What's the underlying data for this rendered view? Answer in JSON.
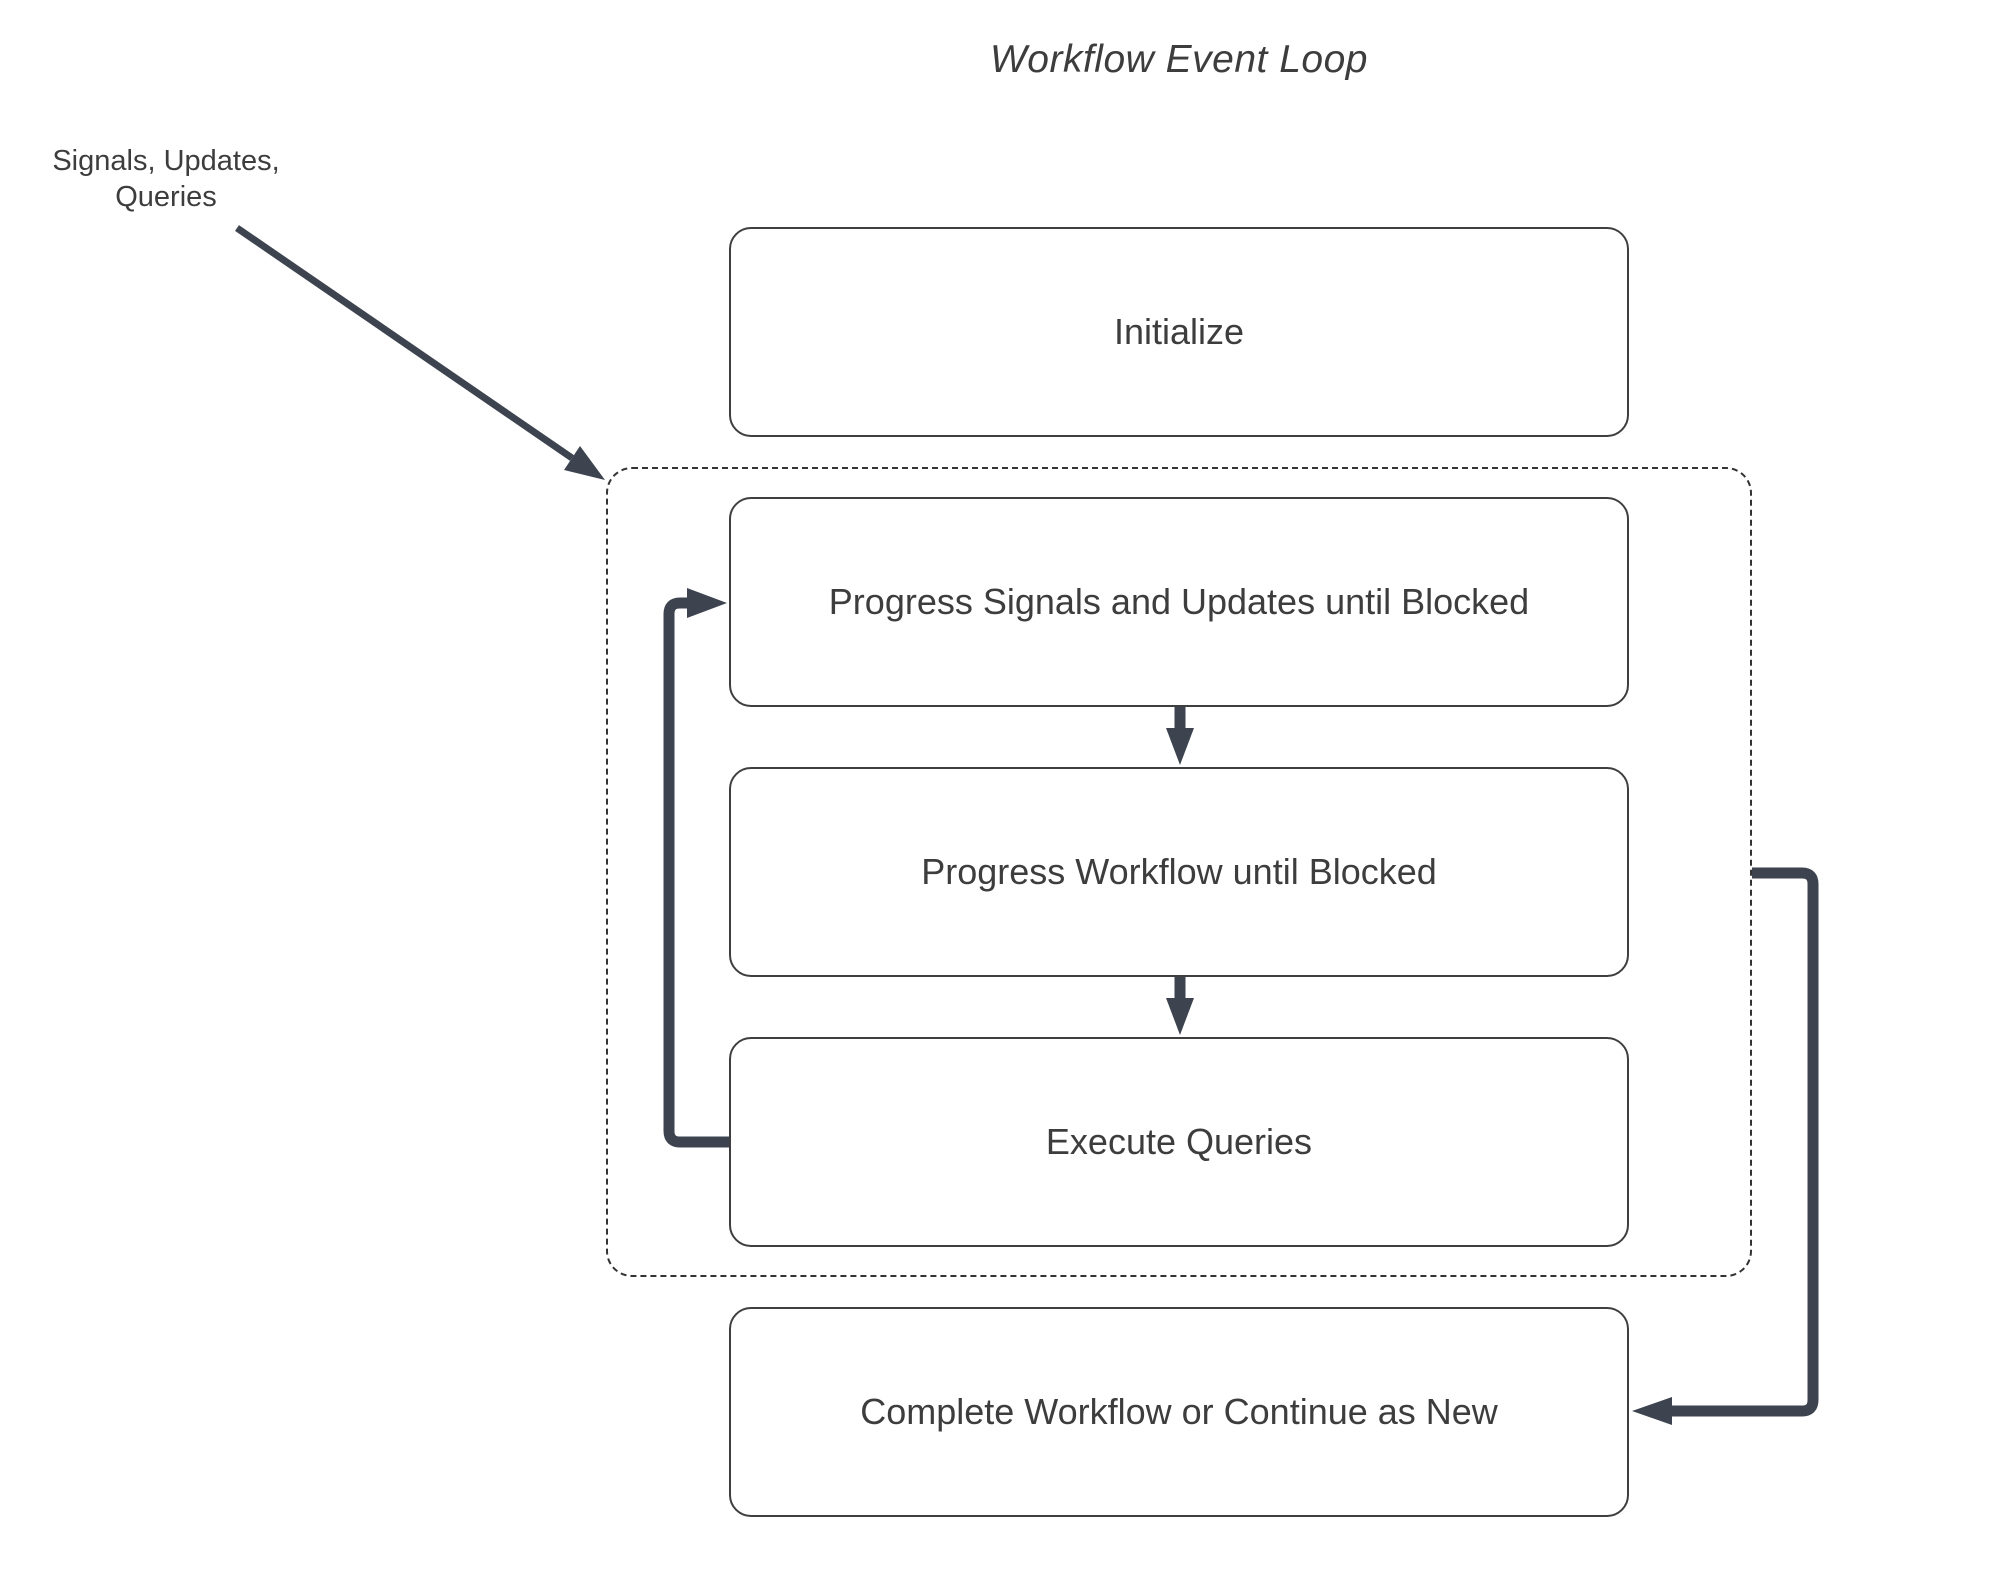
{
  "title": "Workflow Event Loop",
  "annotation": {
    "text": "Signals, Updates,\nQueries"
  },
  "nodes": {
    "initialize": {
      "label": "Initialize"
    },
    "progress_signals": {
      "label": "Progress Signals and Updates until Blocked"
    },
    "progress_workflow": {
      "label": "Progress Workflow until Blocked"
    },
    "execute_queries": {
      "label": "Execute Queries"
    },
    "complete": {
      "label": "Complete Workflow or Continue as New"
    }
  },
  "group": {
    "contains": [
      "progress_signals",
      "progress_workflow",
      "execute_queries"
    ]
  },
  "edges": [
    {
      "from": "annotation",
      "to": "event-loop-group",
      "style": "thin-arrow"
    },
    {
      "from": "progress_signals",
      "to": "progress_workflow",
      "style": "down-arrow"
    },
    {
      "from": "progress_workflow",
      "to": "execute_queries",
      "style": "down-arrow"
    },
    {
      "from": "execute_queries",
      "to": "progress_signals",
      "style": "thick-loop-left"
    },
    {
      "from": "event-loop-group",
      "to": "complete",
      "style": "thick-loop-right"
    }
  ],
  "colors": {
    "arrow": "#3d4450",
    "node_border": "#3f3f3f",
    "dashed_border": "#333333",
    "text": "#3d3d3d",
    "background": "#ffffff"
  }
}
